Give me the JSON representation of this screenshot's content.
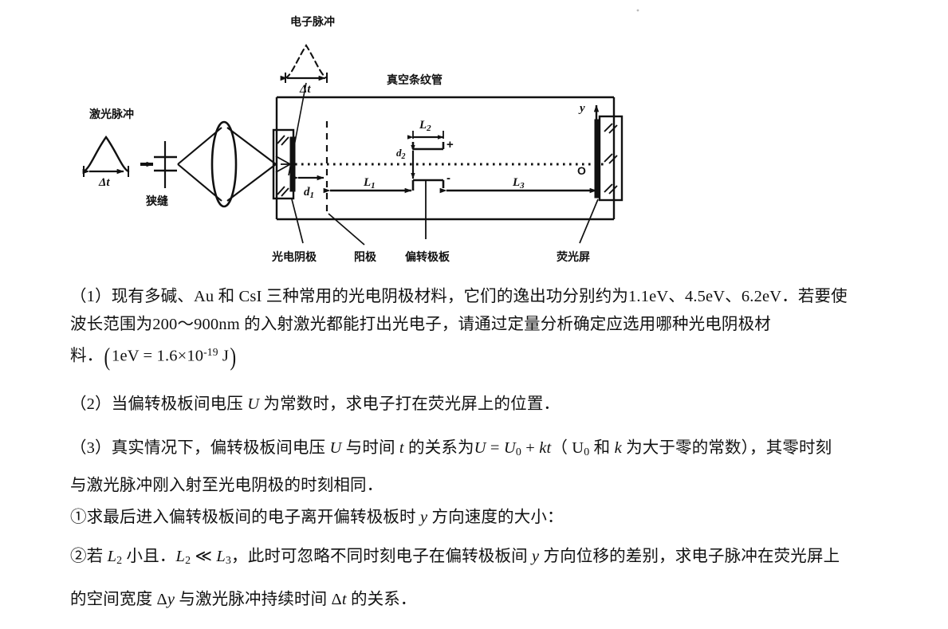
{
  "figure": {
    "labels": {
      "electron_pulse": "电子脉冲",
      "vacuum_streak_tube": "真空条纹管",
      "laser_pulse": "激光脉冲",
      "slit": "狭缝",
      "photocathode": "光电阴极",
      "anode": "阳极",
      "deflection_plates": "偏转极板",
      "fluorescent_screen": "荧光屏"
    },
    "math": {
      "delta_t_pulse": "Δt",
      "delta_t_laser": "Δt",
      "d1": "d",
      "d1_sub": "1",
      "d2": "d",
      "d2_sub": "2",
      "L1": "L",
      "L1_sub": "1",
      "L2": "L",
      "L2_sub": "2",
      "L3": "L",
      "L3_sub": "3",
      "axis_y": "y",
      "origin_O": "O",
      "plate_plus": "+",
      "plate_minus": "-"
    },
    "colors": {
      "ink": "#111111",
      "paper": "#ffffff"
    }
  },
  "text": {
    "q1": {
      "line1_a": "（1）现有多碱、",
      "line1_b": "Au",
      "line1_c": " 和 ",
      "line1_d": "CsI",
      "line1_e": " 三种常用的光电阴极材料，它们的逸出功分别约为",
      "line1_f": "1.1eV",
      "line1_g": "、",
      "line1_h": "4.5eV",
      "line1_i": "、",
      "line1_j": "6.2eV",
      "line1_k": "．若要使",
      "line2_a": "波长范围为",
      "line2_b": "200～900nm",
      "line2_c": " 的入射激光都能打出光电子，请通过定量分析确定应选用哪种光电阴极材",
      "line3_a": "料．",
      "line3_formula_lead": "1eV",
      "line3_formula_eq": " = ",
      "line3_formula_val": "1.6×10",
      "line3_formula_exp": "-19",
      "line3_formula_unit": " J"
    },
    "q2": {
      "a": "（2）当偏转极板间电压 ",
      "u": "U",
      "b": " 为常数时，求电子打在荧光屏上的位置．"
    },
    "q3": {
      "a": "（3）真实情况下，偏转极板间电压 ",
      "u": "U",
      "b": " 与时间 ",
      "t": "t",
      "c": " 的关系为",
      "eq_U": "U",
      "eq_eq": " = ",
      "eq_U0": "U",
      "eq_U0_sub": "0",
      "eq_plus": " + ",
      "eq_kt": "kt",
      "d": "（ ",
      "paren_U0": "U",
      "paren_U0_sub": "0",
      "e": " 和 ",
      "k": "k",
      "f": " 为大于零的常数），其零时刻",
      "line2": "与激光脉冲刚入射至光电阴极的时刻相同．"
    },
    "q3_sub1": {
      "a": "①求最后进入偏转极板间的电子离开偏转极板时 ",
      "y": "y",
      "b": " 方向速度的大小："
    },
    "q3_sub2": {
      "a": "②若 ",
      "L2": "L",
      "L2_sub": "2",
      "b": " 小且．",
      "L2b": "L",
      "L2b_sub": "2",
      "ll": " ≪ ",
      "L3": "L",
      "L3_sub": "3",
      "c": "，此时可忽略不同时刻电子在偏转极板间 ",
      "y": "y",
      "d": " 方向位移的差别，求电子脉冲在荧光屏上",
      "line2_a": "的空间宽度 Δ",
      "line2_y": "y",
      "line2_b": " 与激光脉冲持续时间 Δ",
      "line2_t": "t",
      "line2_c": " 的关系．"
    }
  }
}
